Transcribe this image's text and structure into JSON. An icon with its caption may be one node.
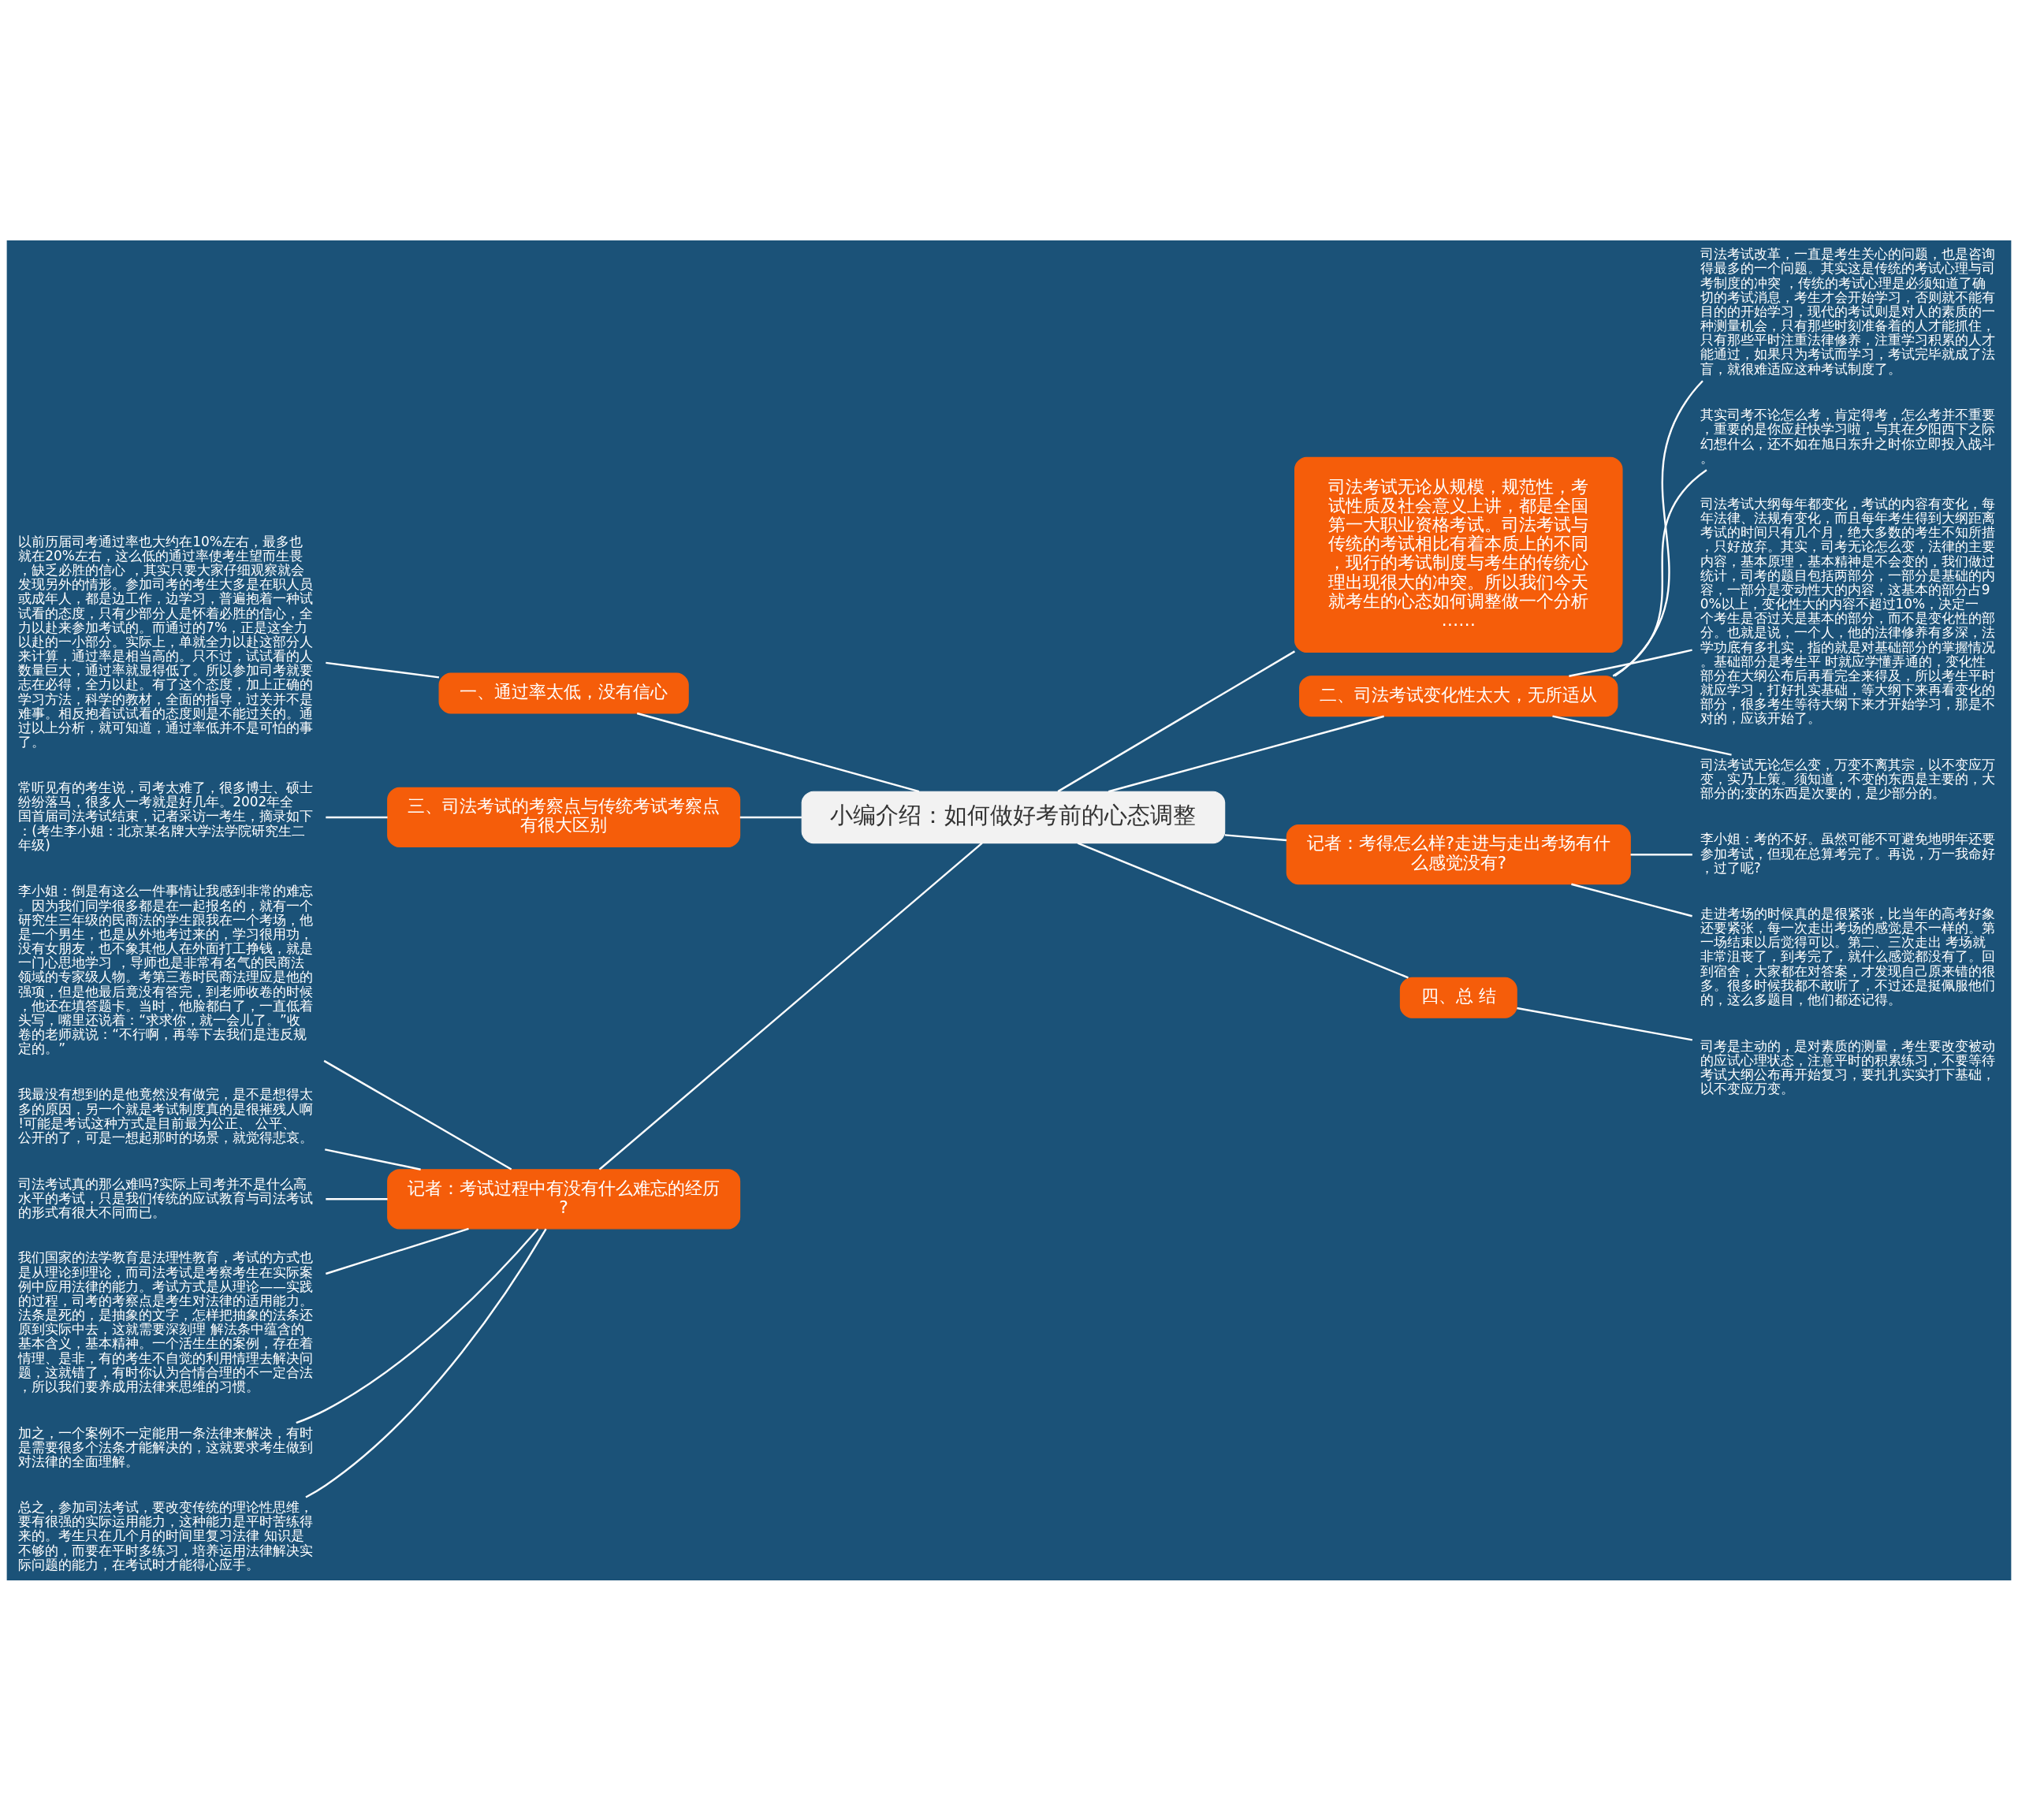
{
  "diagram": {
    "nodes": [
      {
        "text": [
          "小编介绍：如何做好考前的心态调整"
        ]
      },
      {
        "text": [
          "司法考试无论从规模，规范性，考试性质及社会意义上讲，都是全国第一大职业资格考试。司法考试与传统的考试相比有着本质上的不同，现行的考试制度与考生的传统心理出现很大的冲突。所以我们今天就考生的心态如何调整做一个分析……"
        ]
      },
      {
        "text": [
          "一、通过率太低，没有信心"
        ]
      },
      {
        "text": [
          "以前历届司考通过率也大约在10%左右，最多也就在20%左右，这么低的通过率使考生望而生畏，缺乏必胜的信心 ，其实只要大家仔细观察就会发现另外的情形。参加司考的考生大多是在职人员或成年人，都是边工作，边学习，普遍抱着一种试试看的态度，只有少部分人是怀着必胜的信心，全力以赴来参加考试的。而通过的7%，正是这全力以赴的一小部分。实际上，单就全力以赴这部分人来计算，通过率是相当高的。只不过，试试看的人数量巨大，通过率就显得低了。所以参加司考就要志在必得，全力以赴。有了这个态度，加上正确的学习方法，科学的教材，全面的指导，过关并不是难事。相反抱着试试看的态度则是不能过关的。通过以上分析，就可知道，通过率低并不是可怕的事了。"
        ]
      },
      {
        "text": [
          "三、司法考试的考察点与传统考试考察点有很大区别"
        ]
      },
      {
        "text": [
          "常听见有的考生说，司考太难了，很多博士、硕士纷纷落马，很多人一考就是好几年。2002年全国首届司法考试结束，记者采访一考生，摘录如下：(考生李小姐：北京某名牌大学法学院研究生二年级)"
        ]
      },
      {
        "text": [
          "记者：考试过程中有没有什么难忘的经历?"
        ]
      },
      {
        "text": [
          "李小姐：倒是有这么一件事情让我感到非常的难忘。因为我们同学很多都是在一起报名的，就有一个研究生三年级的民商法的学生跟我在一个考场，他是一个男生，也是从外地考过来的，学习很用功，没有女朋友，也不象其他人在外面打工挣钱，就是一门心思地学习 ，导师也是非常有名气的民商法领域的专家级人物。考第三卷时民商法理应是他的强项，但是他最后竟没有答完，到老师收卷的时候，他还在填答题卡。当时，他脸都白了，一直低着头写，嘴里还说着：“求求你，就一会儿了。”收卷的老师就说：“不行啊，再等下去我们是违反规定的。”"
        ]
      },
      {
        "text": [
          "我最没有想到的是他竟然没有做完，是不是想得太多的原因，另一个就是考试制度真的是很摧残人啊!可能是考试这种方式是目前最为公正、 公平、公开的了，可是一想起那时的场景，就觉得悲哀。"
        ]
      },
      {
        "text": [
          "司法考试真的那么难吗?实际上司考并不是什么高水平的考试，只是我们传统的应试教育与司法考试的形式有很大不同而已。"
        ]
      },
      {
        "text": [
          "我们国家的法学教育是法理性教育，考试的方式也是从理论到理论，而司法考试是考察考生在实际案例中应用法律的能力。考试方式是从理论——实践的过程，司考的考察点是考生对法律的适用能力。法条是死的，是抽象的文字，怎样把抽象的法条还原到实际中去，这就需要深刻理 解法条中蕴含的基本含义，基本精神。一个活生生的案例，存在着情理、是非，有的考生不自觉的利用情理去解决问题，这就错了，有时你认为合情合理的不一定合法，所以我们要养成用法律来思维的习惯。"
        ]
      },
      {
        "text": [
          "加之，一个案例不一定能用一条法律来解决，有时是需要很多个法条才能解决的，这就要求考生做到对法律的全面理解。"
        ]
      },
      {
        "text": [
          "总之，参加司法考试，要改变传统的理论性思维，要有很强的实际运用能力，这种能力是平时苦练得来的。考生只在几个月的时间里复习法律 知识是不够的，而要在平时多练习，培养运用法律解决实际问题的能力，在考试时才能得心应手。"
        ]
      },
      {
        "text": [
          "二、司法考试变化性太大，无所适从"
        ]
      },
      {
        "text": [
          "司法考试改革，一直是考生关心的问题，也是咨询得最多的一个问题。其实这是传统的考试心理与司考制度的冲突 ，传统的考试心理是必须知道了确切的考试消息，考生才会开始学习，否则就不能有目的的开始学习，现代的考试则是对人的素质的一种测量机会，只有那些时刻准备着的人才能抓住，只有那些平时注重法律修养，注重学习积累的人才能通过，如果只为考试而学习，考试完毕就成了法盲，就很难适应这种考试制度了。"
        ]
      },
      {
        "text": [
          "其实司考不论怎么考，肯定得考，怎么考并不重要，重要的是你应赶快学习啦，与其在夕阳西下之际幻想什么，还不如在旭日东升之时你立即投入战斗。"
        ]
      },
      {
        "text": [
          "司法考试大纲每年都变化，考试的内容有变化，每年法律、法规有变化，而且每年考生得到大纲距离考试的时间只有几个月，绝大多数的考生不知所措，只好放弃。其实，司考无论怎么变，法律的主要内容，基本原理，基本精神是不会变的，我们做过统计，司考的题目包括两部分，一部分是基础的内容，一部分是变动性大的内容，这基本的部分占90%以上，变化性大的内容不超过10%，决定一个考生是否过关是基本的部分，而不是变化性的部分。也就是说，一个人，他的法律修养有多深，法学功底有多扎实，指的就是对基础部分的掌握情况。基础部分是考生平 时就应学懂弄通的，变化性部分在大纲公布后再看完全来得及，所以考生平时就应学习，打好扎实基础，等大纲下来再看变化的部分，很多考生等待大纲下来才开始学习，那是不对的，应该开始了。"
        ]
      },
      {
        "text": [
          "司法考试无论怎么变，万变不离其宗，以不变应万变，实乃上策。须知道，不变的东西是主要的，大部分的;变的东西是次要的，是少部分的。"
        ]
      },
      {
        "text": [
          "记者：考得怎么样?走进与走出考场有什么感觉没有?"
        ]
      },
      {
        "text": [
          "李小姐：考的不好。虽然可能不可避免地明年还要参加考试，但现在总算考完了。再说，万一我命好，过了呢?"
        ]
      },
      {
        "text": [
          "走进考场的时候真的是很紧张，比当年的高考好象还要紧张，每一次走出考场的感觉是不一样的。第一场结束以后觉得可以。第二、三次走出 考场就非常沮丧了，到考完了，就什么感觉都没有了。回到宿舍，大家都在对答案，才发现自己原来错的很多。很多时候我都不敢听了，不过还是挺佩服他们的，这么多题目，他们都还记得。"
        ]
      },
      {
        "text": [
          "四、总 结"
        ]
      },
      {
        "text": [
          "司考是主动的，是对素质的测量，考生要改变被动的应试心理状态，注意平时的积累练习，不要等待考试大纲公布再开始复习，要扎扎实实打下基础，以不变应万变。"
        ]
      }
    ],
    "edges": [
      {
        "from": 0,
        "to": 1,
        "arrow": "none"
      },
      {
        "from": 0,
        "to": 2,
        "arrow": "none"
      },
      {
        "from": 2,
        "to": 3,
        "arrow": "none"
      },
      {
        "from": 0,
        "to": 4,
        "arrow": "none"
      },
      {
        "from": 4,
        "to": 5,
        "arrow": "none"
      },
      {
        "from": 0,
        "to": 6,
        "arrow": "none"
      },
      {
        "from": 6,
        "to": 7,
        "arrow": "none"
      },
      {
        "from": 6,
        "to": 8,
        "arrow": "none"
      },
      {
        "from": 6,
        "to": 9,
        "arrow": "none"
      },
      {
        "from": 6,
        "to": 10,
        "arrow": "none"
      },
      {
        "from": 6,
        "to": 11,
        "arrow": "none"
      },
      {
        "from": 6,
        "to": 12,
        "arrow": "none"
      },
      {
        "from": 0,
        "to": 13,
        "arrow": "none"
      },
      {
        "from": 13,
        "to": 14,
        "arrow": "none"
      },
      {
        "from": 13,
        "to": 15,
        "arrow": "none"
      },
      {
        "from": 13,
        "to": 16,
        "arrow": "none"
      },
      {
        "from": 13,
        "to": 17,
        "arrow": "none"
      },
      {
        "from": 0,
        "to": 18,
        "arrow": "none"
      },
      {
        "from": 18,
        "to": 19,
        "arrow": "none"
      },
      {
        "from": 18,
        "to": 20,
        "arrow": "none"
      },
      {
        "from": 0,
        "to": 21,
        "arrow": "none"
      },
      {
        "from": 21,
        "to": 22,
        "arrow": "none"
      }
    ]
  }
}
